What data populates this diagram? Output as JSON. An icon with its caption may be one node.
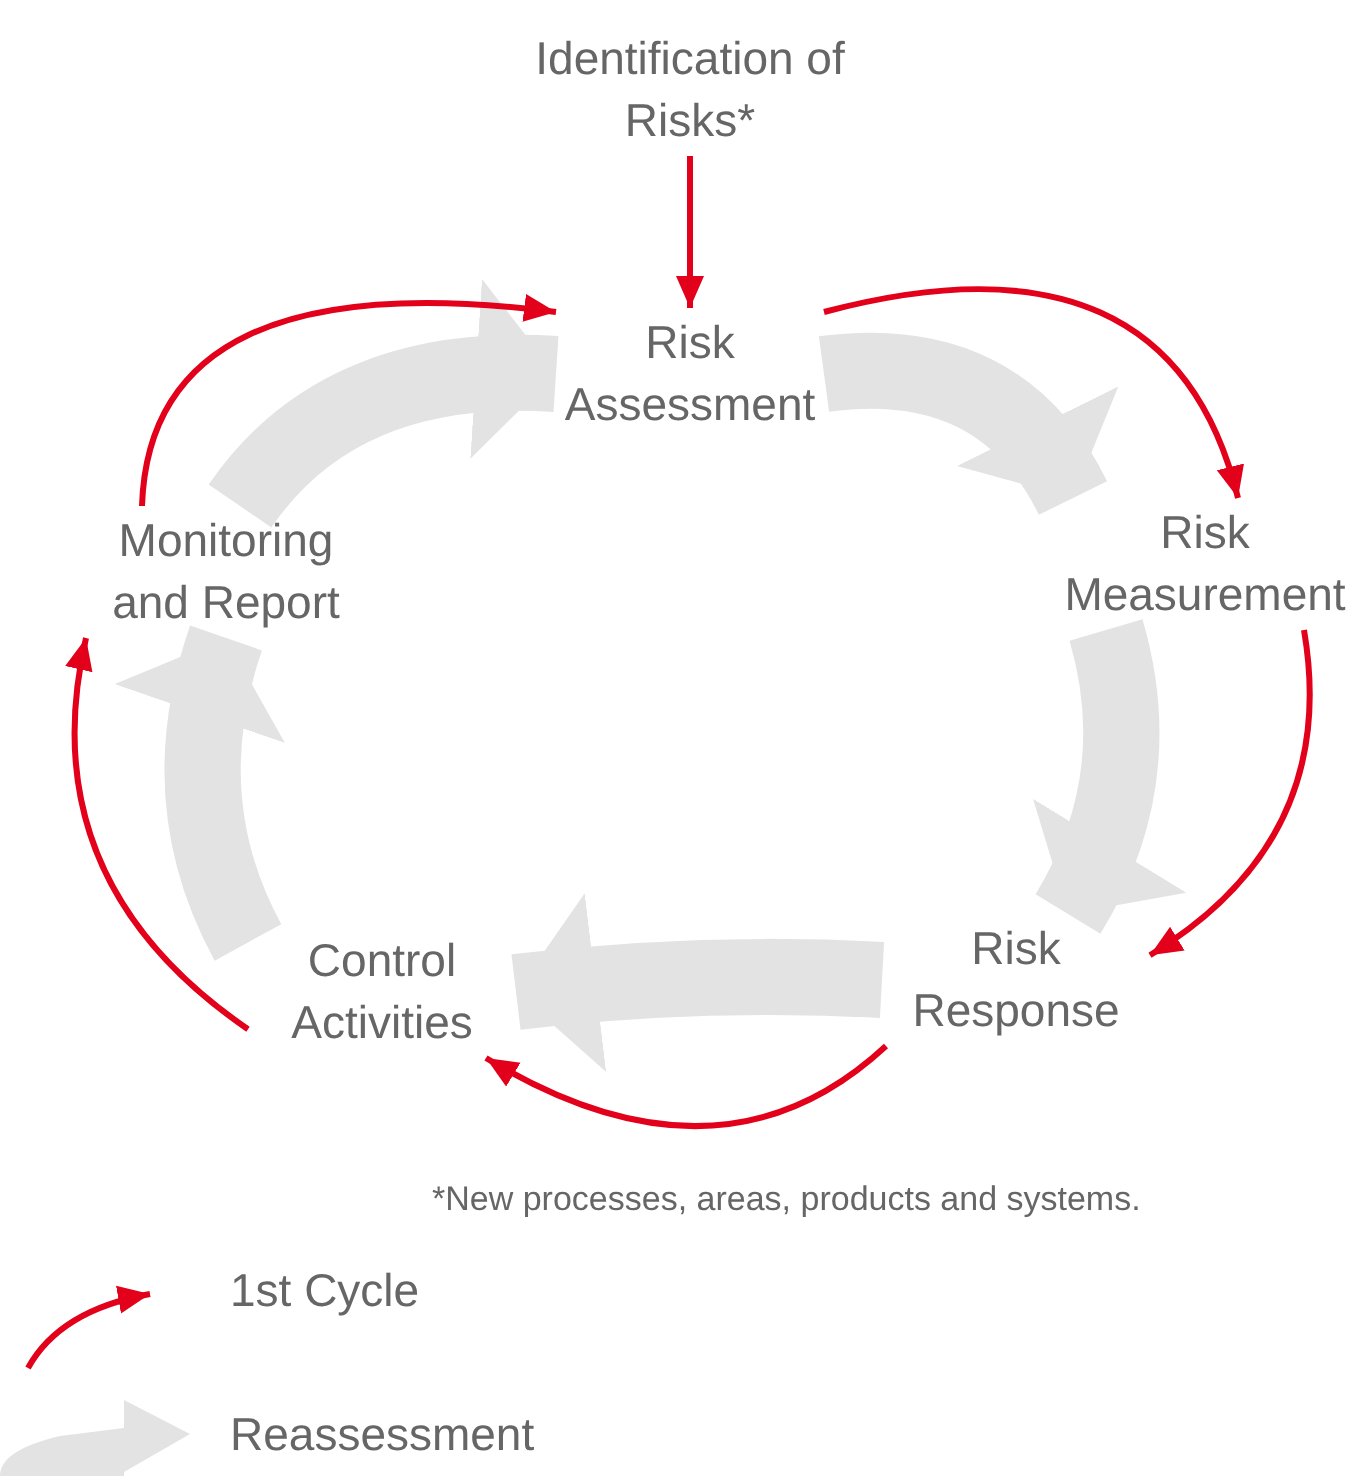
{
  "diagram": {
    "nodes": [
      {
        "text": [
          "Identification of Risks*"
        ]
      },
      {
        "text": [
          "Risk Assessment"
        ]
      },
      {
        "text": [
          "Risk Measurement"
        ]
      },
      {
        "text": [
          "Risk Response"
        ]
      },
      {
        "text": [
          "Control Activities"
        ]
      },
      {
        "text": [
          "Monitoring and Report"
        ]
      }
    ],
    "edges": [
      {
        "from": 0,
        "to": 1,
        "arrow": "to"
      },
      {
        "from": 1,
        "to": 2,
        "arrow": "to"
      },
      {
        "from": 2,
        "to": 3,
        "arrow": "to"
      },
      {
        "from": 3,
        "to": 4,
        "arrow": "to"
      },
      {
        "from": 4,
        "to": 5,
        "arrow": "to"
      },
      {
        "from": 5,
        "to": 1,
        "arrow": "to"
      },
      {
        "from": 5,
        "to": 1,
        "arrow": "to",
        "style": "thick",
        "color": "#e3e3e3"
      },
      {
        "from": 1,
        "to": 2,
        "arrow": "to",
        "style": "thick",
        "color": "#e3e3e3"
      },
      {
        "from": 2,
        "to": 3,
        "arrow": "to",
        "style": "thick",
        "color": "#e3e3e3"
      },
      {
        "from": 3,
        "to": 4,
        "arrow": "to",
        "style": "thick",
        "color": "#e3e3e3"
      },
      {
        "from": 4,
        "to": 5,
        "arrow": "to",
        "style": "thick",
        "color": "#e3e3e3"
      }
    ],
    "labels": [
      "*New processes, areas, products and systems."
    ],
    "legend": [
      {
        "text": "1st Cycle"
      },
      {
        "text": "Reassessment"
      }
    ]
  }
}
